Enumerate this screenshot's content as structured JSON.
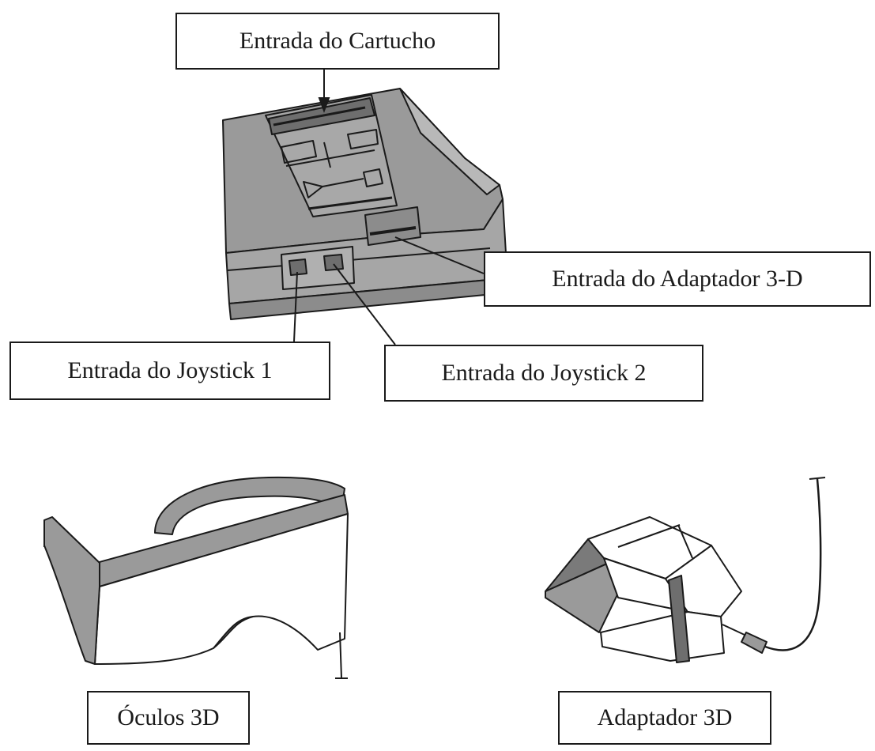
{
  "labels": {
    "cartridge_slot": "Entrada do Cartucho",
    "adapter_port": "Entrada do Adaptador 3-D",
    "joystick_1": "Entrada do Joystick 1",
    "joystick_2": "Entrada do Joystick 2",
    "glasses": "Óculos 3D",
    "adapter": "Adaptador 3D"
  },
  "colors": {
    "ink": "#1a1a1a",
    "shade": "#9a9a9a",
    "light_shade": "#b8b8b8",
    "paper": "#ffffff"
  }
}
